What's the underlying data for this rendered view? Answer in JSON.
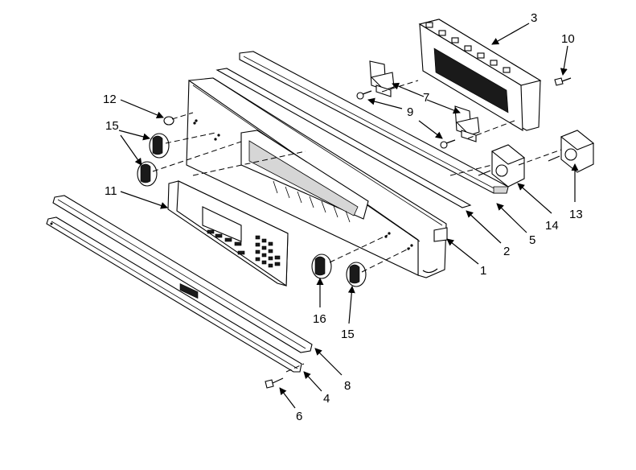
{
  "diagram": {
    "callouts": {
      "c1": "1",
      "c2": "2",
      "c3": "3",
      "c4": "4",
      "c5": "5",
      "c6": "6",
      "c7": "7",
      "c8": "8",
      "c9": "9",
      "c10": "10",
      "c11": "11",
      "c12": "12",
      "c13": "13",
      "c14": "14",
      "c15a": "15",
      "c15b": "15",
      "c16": "16"
    }
  }
}
